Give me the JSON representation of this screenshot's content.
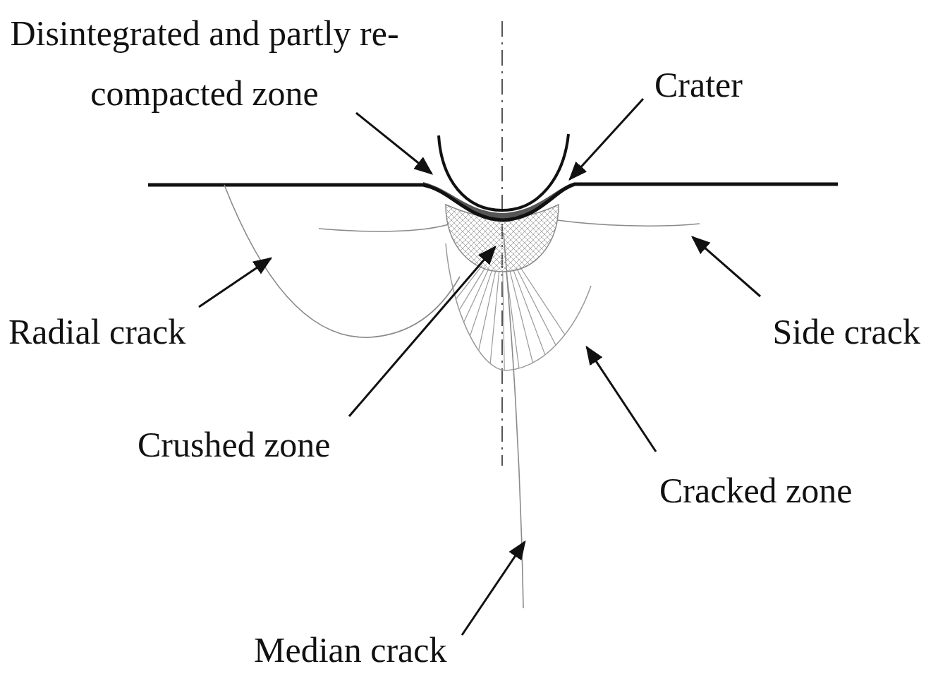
{
  "diagram": {
    "labels": [
      "Disintegrated and partly re-compacted zone",
      "Crater",
      "Radial crack",
      "Side crack",
      "Crushed zone",
      "Cracked zone",
      "Median crack"
    ]
  }
}
